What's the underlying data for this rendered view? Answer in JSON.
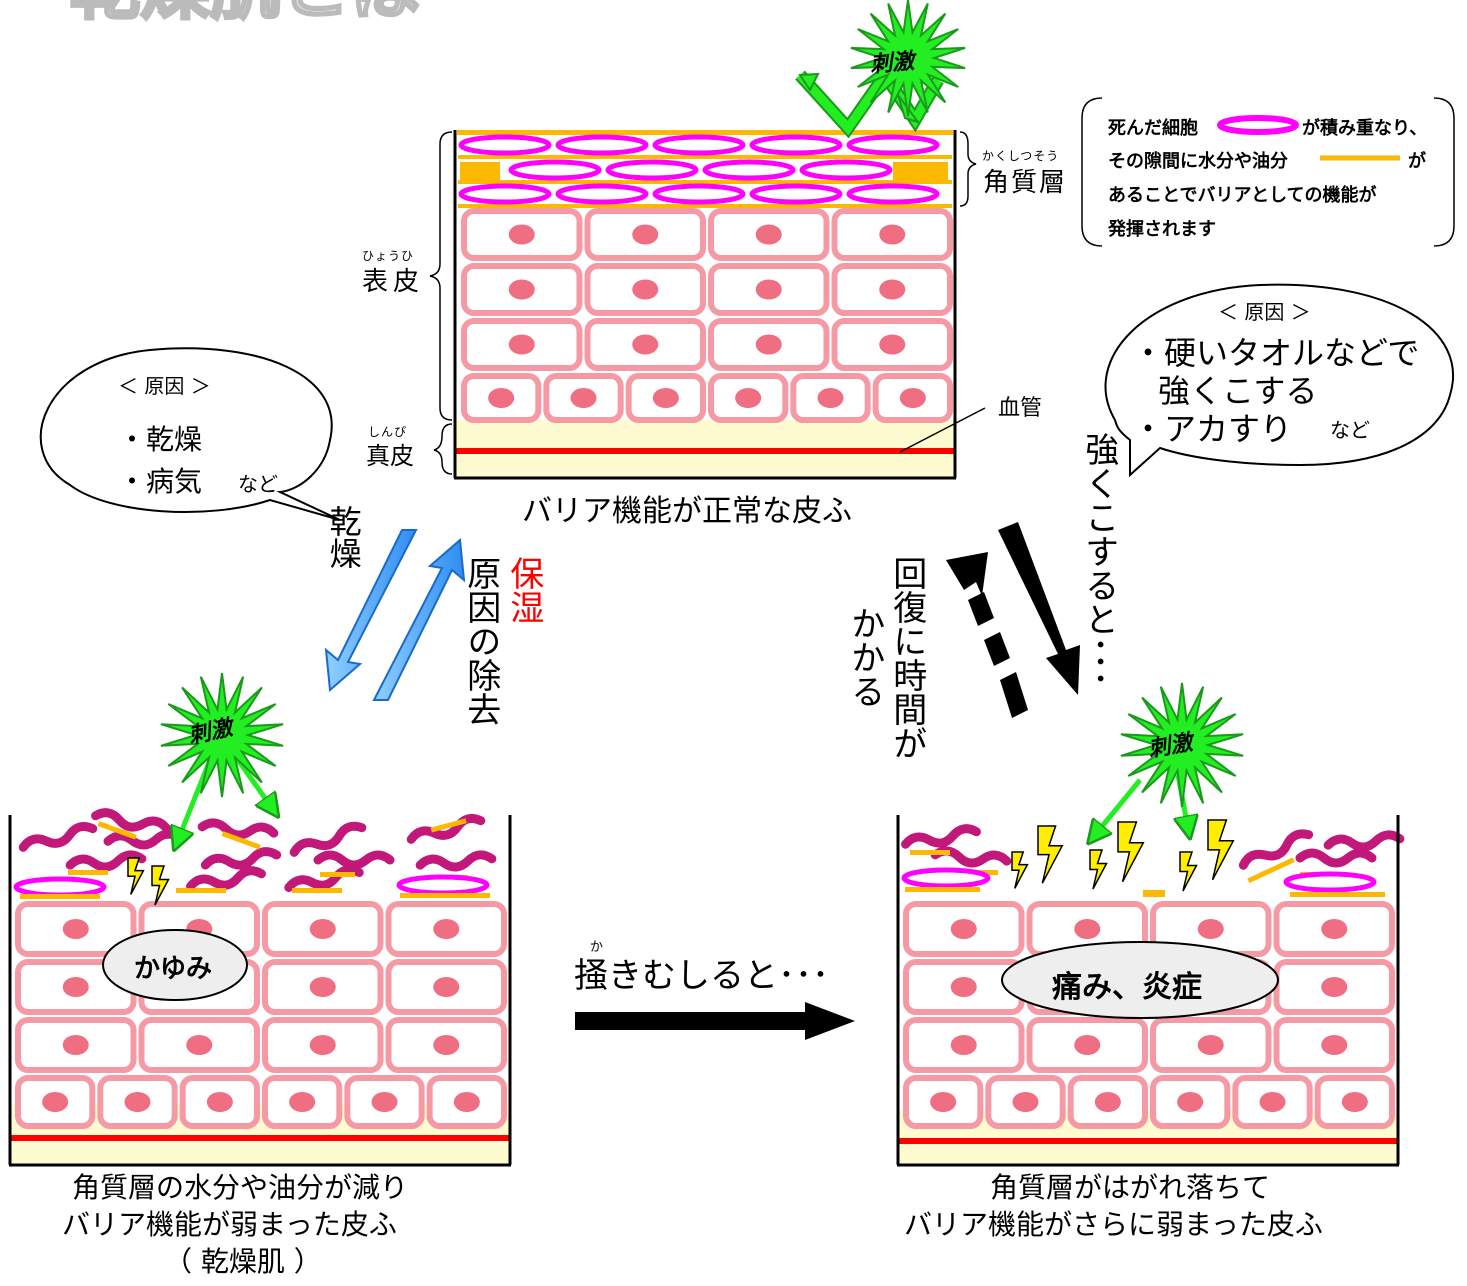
{
  "header": {
    "title_fragment": "乾燥肌とは"
  },
  "normal_skin": {
    "caption": "バリア機能が正常な皮ふ",
    "stimulus": "刺激",
    "stratum_corneum_ruby": "かくしつそう",
    "stratum_corneum": "角質層",
    "epidermis_ruby": "ひょうひ",
    "epidermis": "表皮",
    "dermis_ruby": "しんぴ",
    "dermis": "真皮",
    "blood_vessel": "血管"
  },
  "info_box": {
    "line1a": "死んだ細胞",
    "line1b": "が積み重なり、",
    "line2a": "その隙間に水分や油分",
    "line2b": "が",
    "line3": "あることでバリアとしての機能が",
    "line4": "発揮されます"
  },
  "cause_left": {
    "header": "＜ 原因 ＞",
    "item1": "・乾燥",
    "item2": "・病気",
    "suffix": "など"
  },
  "cause_right": {
    "header": "＜ 原因 ＞",
    "item1_l1": "・硬いタオルなどで",
    "item1_l2": "強くこする",
    "item2": "・アカすり",
    "suffix": "など"
  },
  "arrows": {
    "dry": "乾燥",
    "moisturize": "保湿",
    "remove_cause": "原因の除去",
    "rub_hard": "強くこすると･･･",
    "recovery_1": "回復に時間が",
    "recovery_2": "かかる",
    "scratch_ruby": "か",
    "scratch": "掻きむしると･･･"
  },
  "dry_skin": {
    "stimulus": "刺激",
    "badge": "かゆみ",
    "caption_l1": "角質層の水分や油分が減り",
    "caption_l2": "バリア機能が弱まった皮ふ",
    "caption_l3": "（ 乾燥肌 ）"
  },
  "damaged_skin": {
    "stimulus": "刺激",
    "badge": "痛み、炎症",
    "caption_l1": "角質層がはがれ落ちて",
    "caption_l2": "バリア機能がさらに弱まった皮ふ"
  },
  "colors": {
    "dead_cell": "#ff00ff",
    "lipid": "#ffb800",
    "cell_border": "#f59aa4",
    "nucleus": "#f06e82",
    "dermis": "#fffbd0",
    "vessel": "#ff0000",
    "stimulus": "#22ee22",
    "flake": "#c2187a",
    "arrow_blue": "#3399ff",
    "bolt": "#ffee00"
  }
}
